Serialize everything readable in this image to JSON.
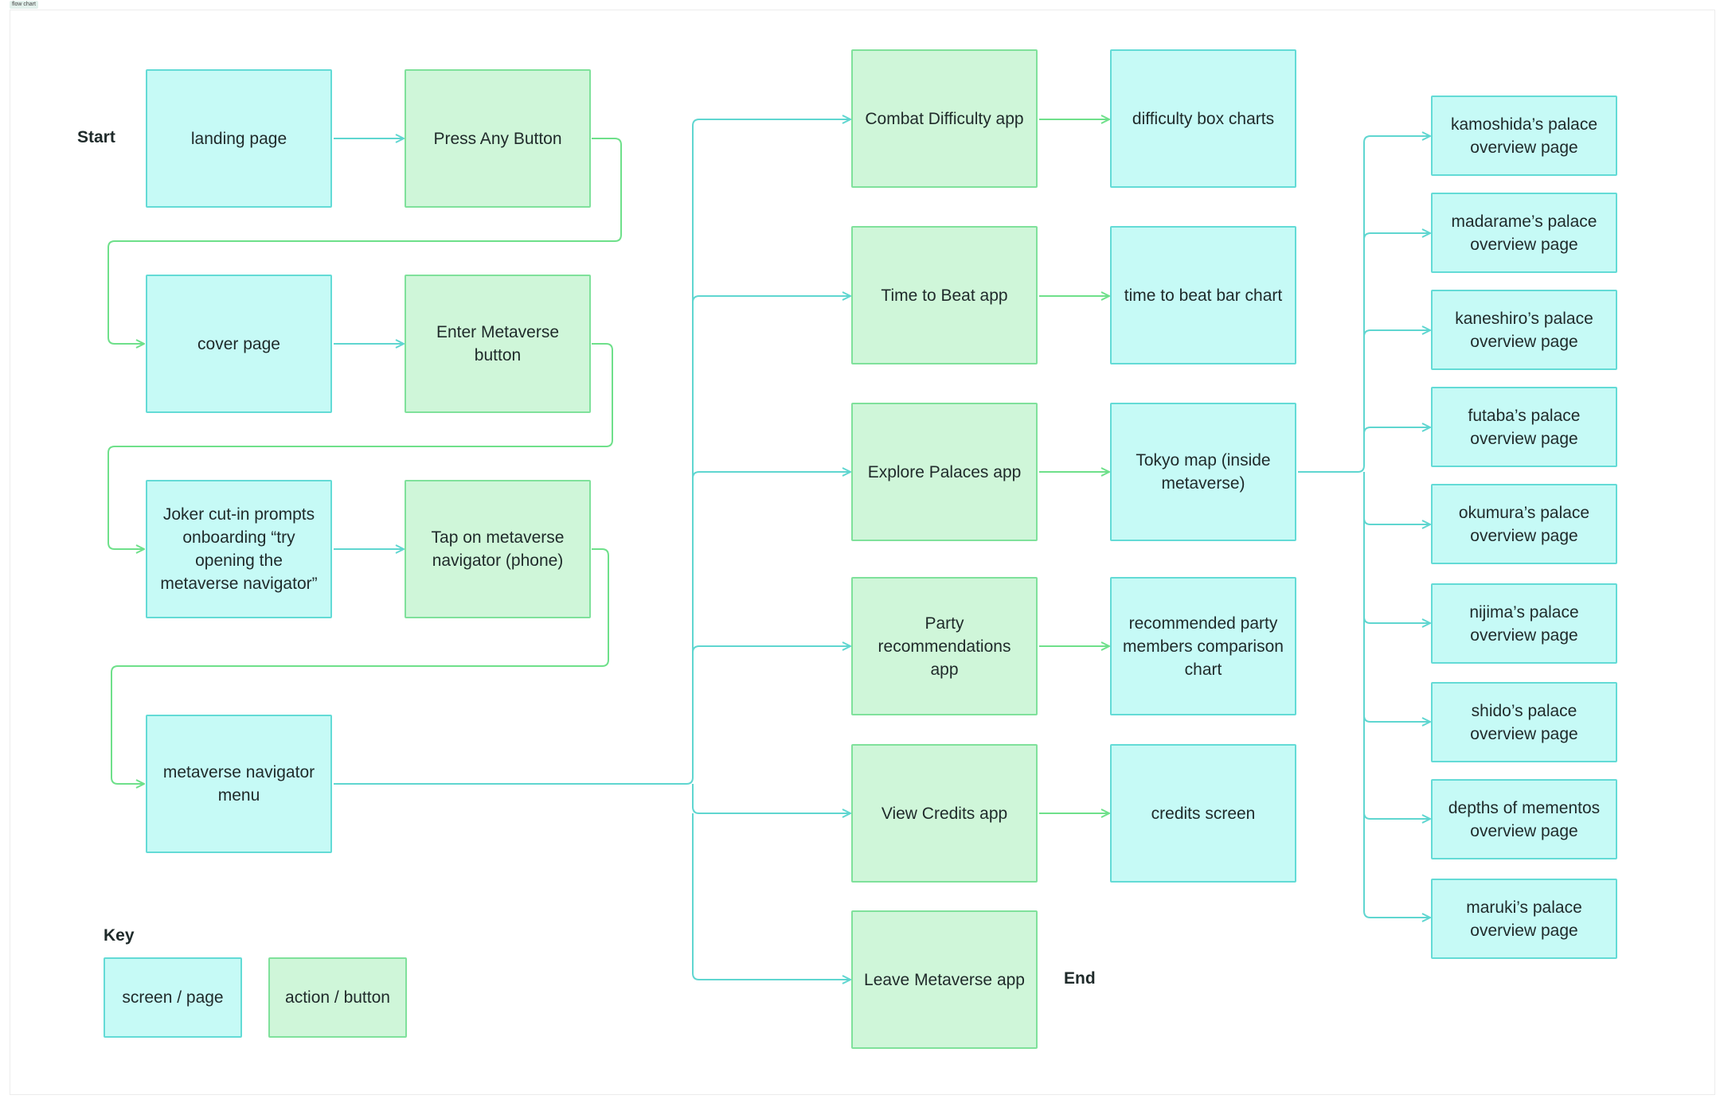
{
  "frame_tag": "flow chart",
  "labels": {
    "start": "Start",
    "end": "End",
    "key": "Key"
  },
  "colors": {
    "screen_fill": "#c6faf6",
    "screen_border": "#63dbd6",
    "action_fill": "#cff6d9",
    "action_border": "#7fe19b",
    "cyan_connector": "#5fd6d0",
    "green_connector": "#6ee08a"
  },
  "nodes": {
    "landing_page": "landing page",
    "press_any_button": "Press Any Button",
    "cover_page": "cover page",
    "enter_metaverse_button": "Enter Metaverse button",
    "joker_cutin": "Joker cut-in prompts onboarding “try opening the metaverse navigator”",
    "tap_navigator": "Tap on metaverse navigator (phone)",
    "navigator_menu": "metaverse navigator menu",
    "combat_difficulty_app": "Combat Difficulty app",
    "time_to_beat_app": "Time to Beat app",
    "explore_palaces_app": "Explore Palaces app",
    "party_recommendations_app": "Party recommendations app",
    "view_credits_app": "View Credits app",
    "leave_metaverse_app": "Leave Metaverse app",
    "difficulty_box_charts": "difficulty box charts",
    "time_to_beat_bar_chart": "time to beat bar chart",
    "tokyo_map": "Tokyo map (inside metaverse)",
    "party_members_chart": "recommended party members comparison chart",
    "credits_screen": "credits screen",
    "kamoshida_palace": "kamoshida’s palace overview page",
    "madarame_palace": "madarame’s palace overview page",
    "kaneshiro_palace": "kaneshiro’s palace overview page",
    "futaba_palace": "futaba’s palace overview page",
    "okumura_palace": "okumura’s palace overview page",
    "nijima_palace": "nijima’s palace overview page",
    "shido_palace": "shido’s palace overview page",
    "mementos_depths": "depths of mementos overview page",
    "maruki_palace": "maruki’s palace overview page"
  },
  "key": {
    "screen": "screen / page",
    "action": "action / button"
  }
}
